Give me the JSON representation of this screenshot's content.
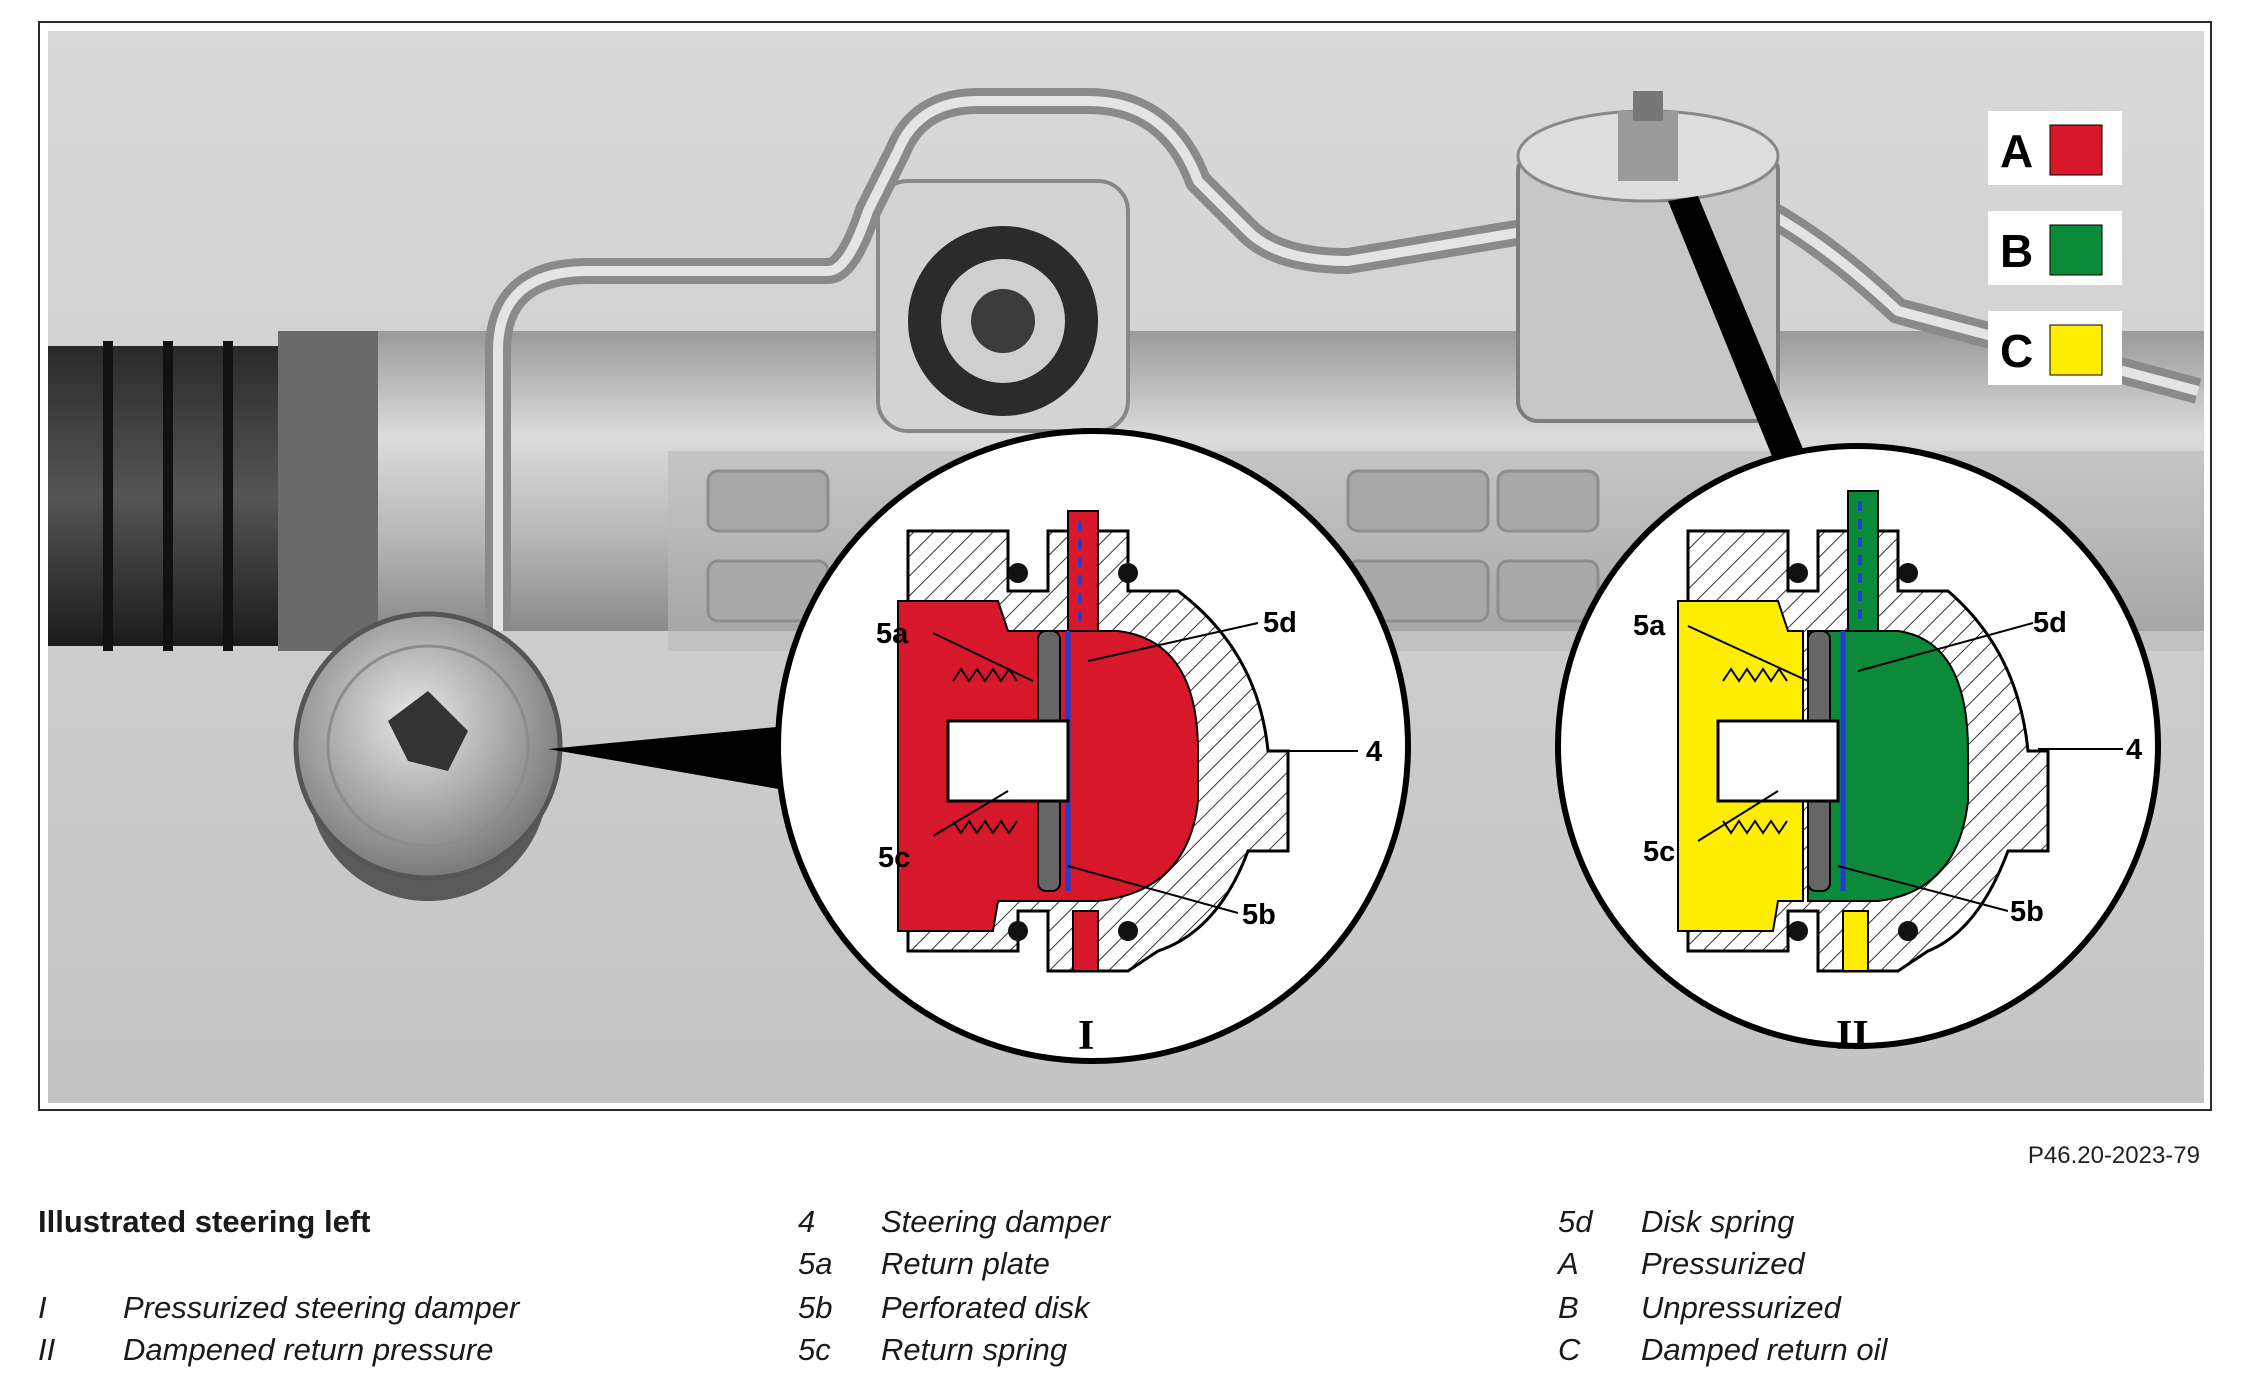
{
  "figure_id": "P46.20-2023-79",
  "legend": {
    "items": [
      {
        "key": "A",
        "color": "#d7182a"
      },
      {
        "key": "B",
        "color": "#0b8a3a"
      },
      {
        "key": "C",
        "color": "#ffee00"
      }
    ]
  },
  "detail_I": {
    "numeral": "I",
    "labels": {
      "a": "5a",
      "d": "5d",
      "four": "4",
      "c": "5c",
      "b": "5b"
    }
  },
  "detail_II": {
    "numeral": "II",
    "labels": {
      "a": "5a",
      "d": "5d",
      "four": "4",
      "c": "5c",
      "b": "5b"
    }
  },
  "colors": {
    "pressurized": "#d7182a",
    "unpressurized": "#0b8a3a",
    "damped_return": "#ffee00",
    "disk_spring": "#1f3fd0"
  },
  "caption": {
    "title": "Illustrated steering left",
    "col1": [
      {
        "key": "I",
        "text": "Pressurized steering damper"
      },
      {
        "key": "II",
        "text": "Dampened return pressure"
      }
    ],
    "col2": [
      {
        "key": "4",
        "text": "Steering damper"
      },
      {
        "key": "5a",
        "text": "Return plate"
      },
      {
        "key": "5b",
        "text": "Perforated disk"
      },
      {
        "key": "5c",
        "text": "Return spring"
      }
    ],
    "col3": [
      {
        "key": "5d",
        "text": "Disk spring"
      },
      {
        "key": "A",
        "text": "Pressurized"
      },
      {
        "key": "B",
        "text": "Unpressurized"
      },
      {
        "key": "C",
        "text": "Damped return oil"
      }
    ]
  }
}
